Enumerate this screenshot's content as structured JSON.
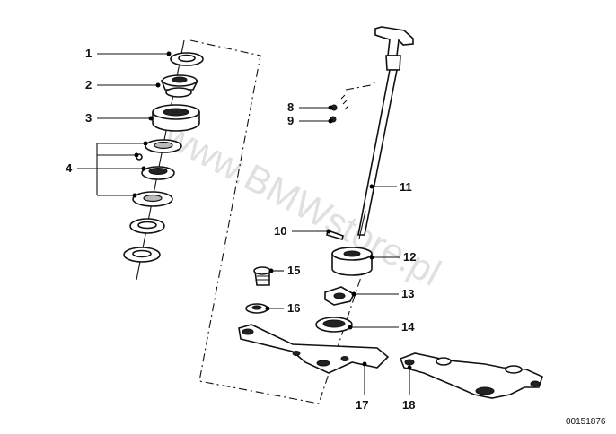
{
  "watermark": "www.BMWstore.pl",
  "reference_number": "00151876",
  "callouts": [
    "1",
    "2",
    "3",
    "4",
    "8",
    "9",
    "10",
    "11",
    "12",
    "13",
    "14",
    "15",
    "16",
    "17",
    "18"
  ]
}
